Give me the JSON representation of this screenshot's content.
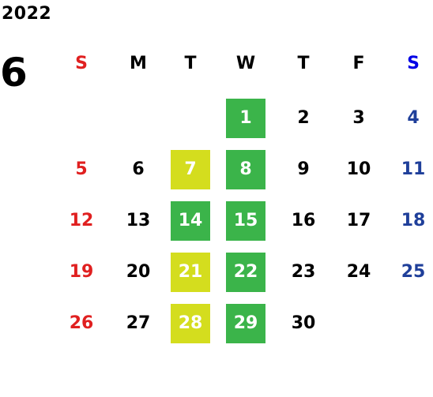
{
  "calendar": {
    "year": "2022",
    "month": "6",
    "weekdays": [
      "S",
      "M",
      "T",
      "W",
      "T",
      "F",
      "S"
    ],
    "colors": {
      "sunday": "#e02020",
      "saturday": "#1f3f9a",
      "saturday_header": "#0000e6",
      "highlight_green": "#3bb44a",
      "highlight_yellow": "#d4dd1e"
    },
    "days": [
      {
        "day": "1",
        "highlight": "green"
      },
      {
        "day": "2",
        "highlight": "none"
      },
      {
        "day": "3",
        "highlight": "none"
      },
      {
        "day": "4",
        "highlight": "none"
      },
      {
        "day": "5",
        "highlight": "none"
      },
      {
        "day": "6",
        "highlight": "none"
      },
      {
        "day": "7",
        "highlight": "yellow"
      },
      {
        "day": "8",
        "highlight": "green"
      },
      {
        "day": "9",
        "highlight": "none"
      },
      {
        "day": "10",
        "highlight": "none"
      },
      {
        "day": "11",
        "highlight": "none"
      },
      {
        "day": "12",
        "highlight": "none"
      },
      {
        "day": "13",
        "highlight": "none"
      },
      {
        "day": "14",
        "highlight": "green"
      },
      {
        "day": "15",
        "highlight": "green"
      },
      {
        "day": "16",
        "highlight": "none"
      },
      {
        "day": "17",
        "highlight": "none"
      },
      {
        "day": "18",
        "highlight": "none"
      },
      {
        "day": "19",
        "highlight": "none"
      },
      {
        "day": "20",
        "highlight": "none"
      },
      {
        "day": "21",
        "highlight": "yellow"
      },
      {
        "day": "22",
        "highlight": "green"
      },
      {
        "day": "23",
        "highlight": "none"
      },
      {
        "day": "24",
        "highlight": "none"
      },
      {
        "day": "25",
        "highlight": "none"
      },
      {
        "day": "26",
        "highlight": "none"
      },
      {
        "day": "27",
        "highlight": "none"
      },
      {
        "day": "28",
        "highlight": "yellow"
      },
      {
        "day": "29",
        "highlight": "green"
      },
      {
        "day": "30",
        "highlight": "none"
      }
    ]
  }
}
